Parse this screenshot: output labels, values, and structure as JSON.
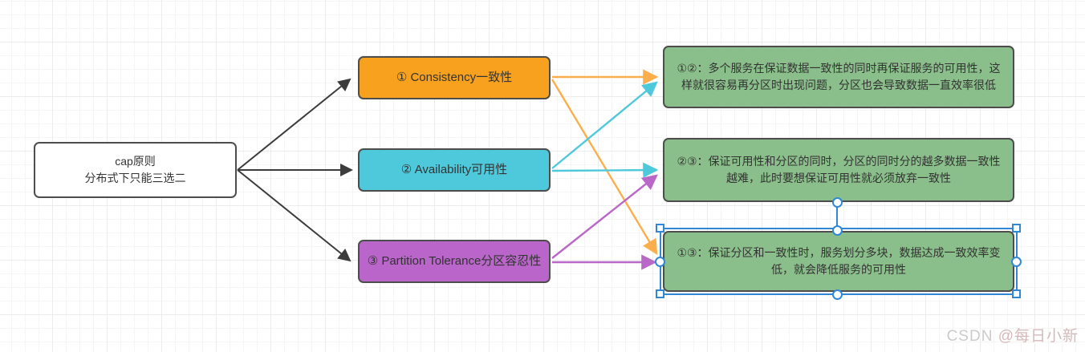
{
  "diagram": {
    "nodes": {
      "cap": {
        "title": "cap原则",
        "subtitle": "分布式下只能三选二"
      },
      "consistency": {
        "label": "① Consistency一致性"
      },
      "availability": {
        "label": "② Availability可用性"
      },
      "partition": {
        "label": "③ Partition Tolerance分区容忍性"
      },
      "combo12": {
        "text": "①②：多个服务在保证数据一致性的同时再保证服务的可用性，这样就很容易再分区时出现问题，分区也会导致数据一直效率很低"
      },
      "combo23": {
        "text": "②③：保证可用性和分区的同时，分区的同时分的越多数据一致性越难，此时要想保证可用性就必须放弃一致性"
      },
      "combo13": {
        "text": "①③：保证分区和一致性时，服务划分多块，数据达成一致效率变低，就会降低服务的可用性"
      }
    },
    "edges": [
      {
        "from": "cap",
        "to": "consistency",
        "color": "black"
      },
      {
        "from": "cap",
        "to": "availability",
        "color": "black"
      },
      {
        "from": "cap",
        "to": "partition",
        "color": "black"
      },
      {
        "from": "consistency",
        "to": "combo12",
        "color": "orange"
      },
      {
        "from": "consistency",
        "to": "combo13",
        "color": "orange"
      },
      {
        "from": "availability",
        "to": "combo12",
        "color": "cyan"
      },
      {
        "from": "availability",
        "to": "combo23",
        "color": "cyan"
      },
      {
        "from": "partition",
        "to": "combo23",
        "color": "purple"
      },
      {
        "from": "partition",
        "to": "combo13",
        "color": "purple"
      },
      {
        "from": "combo23",
        "to": "combo13",
        "color": "select-blue",
        "state": "selected"
      }
    ],
    "selection": {
      "selected_node": "combo13",
      "selected_edge": "combo23-combo13"
    },
    "colors": {
      "orange": "#F8A11E",
      "cyan": "#4EC8DB",
      "purple": "#B965C9",
      "green": "#8ABE8A",
      "arrow-orange": "#FBAE4C",
      "arrow-cyan": "#4EC9DC",
      "arrow-purple": "#BA68C8",
      "arrow-black": "#3C3C3C",
      "select-blue": "#3087D6",
      "node-border": "#4D4D4D",
      "grid-minor": "#F5F5F5",
      "grid-major": "#ECECEC"
    }
  },
  "watermark": {
    "brand": "CSDN",
    "user": "@每日小新"
  }
}
